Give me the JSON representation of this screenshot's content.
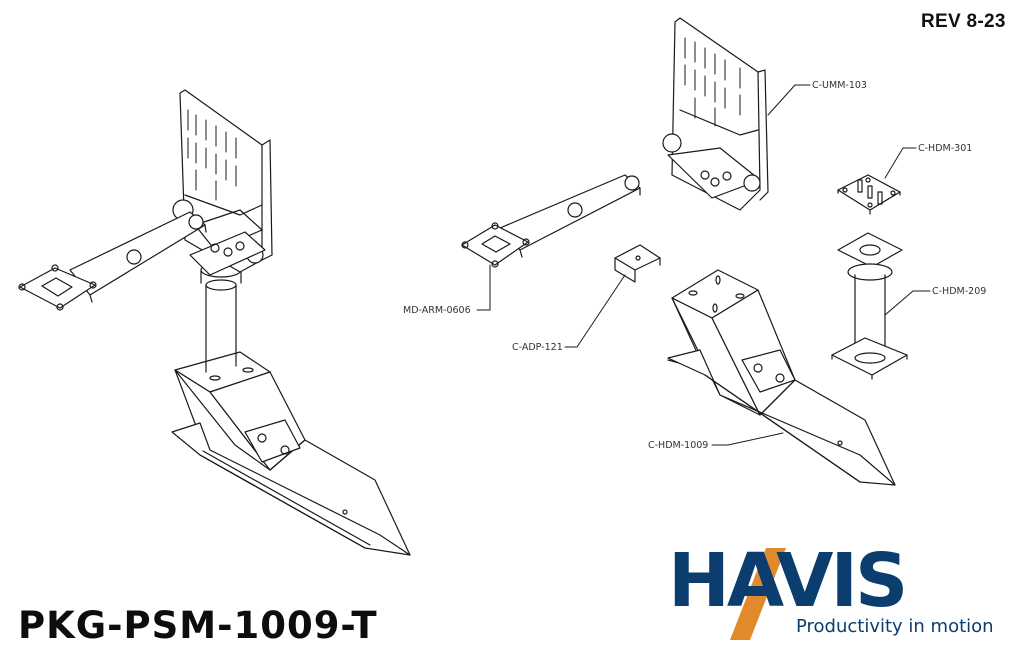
{
  "header": {
    "revision": "REV 8-23"
  },
  "footer": {
    "part_number": "PKG-PSM-1009-T"
  },
  "brand": {
    "name": "HAVIS",
    "tagline": "Productivity in motion",
    "colors": {
      "primary": "#0b3d6e",
      "accent": "#e08a2c"
    }
  },
  "diagram": {
    "assembled_view": "assembled-mount",
    "exploded_view": "exploded-parts",
    "callouts": [
      {
        "id": "umm",
        "label": "C-UMM-103"
      },
      {
        "id": "hdm301",
        "label": "C-HDM-301"
      },
      {
        "id": "hdm209",
        "label": "C-HDM-209"
      },
      {
        "id": "arm",
        "label": "MD-ARM-0606"
      },
      {
        "id": "adp",
        "label": "C-ADP-121"
      },
      {
        "id": "hdm1009",
        "label": "C-HDM-1009"
      }
    ],
    "line_color": "#1a1a1a"
  }
}
